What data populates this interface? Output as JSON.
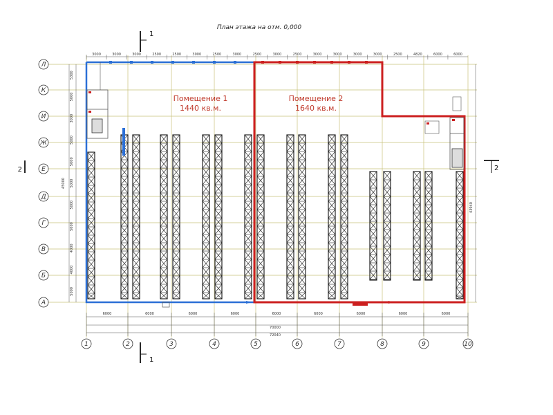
{
  "title": "План этажа на отм. 0,000",
  "rooms": [
    {
      "name": "Помещение 1",
      "area": "1440 кв.м."
    },
    {
      "name": "Помещение 2",
      "area": "1640 кв.м."
    }
  ],
  "axes": {
    "columns": [
      "1",
      "2",
      "3",
      "4",
      "5",
      "6",
      "7",
      "8",
      "9",
      "10"
    ],
    "rows": [
      "Л",
      "К",
      "И",
      "Ж",
      "Е",
      "Д",
      "Г",
      "В",
      "Б",
      "А"
    ]
  },
  "dimensions": {
    "bottom_spans": [
      "6000",
      "6000",
      "6000",
      "6000",
      "6000",
      "6000",
      "6000",
      "6000",
      "6000"
    ],
    "bottom_total_1": "70000",
    "bottom_total_2": "72040",
    "top_segments": [
      "3000",
      "3000",
      "3000",
      "2500",
      "2500",
      "3000",
      "2500",
      "3000",
      "2500",
      "3000",
      "2500",
      "3000",
      "3000",
      "3000",
      "3000",
      "2500",
      "4820",
      "6000",
      "6000"
    ],
    "left_segments": [
      "5300",
      "5000",
      "3000",
      "5000",
      "5000",
      "5000",
      "5000",
      "5000",
      "4000",
      "4000",
      "5000"
    ],
    "left_total": "45000",
    "right_total": "43940"
  },
  "sections": [
    {
      "mark": "1",
      "pos": "top"
    },
    {
      "mark": "1",
      "pos": "bottom"
    },
    {
      "mark": "2",
      "pos": "left"
    },
    {
      "mark": "2",
      "pos": "right"
    }
  ],
  "colors": {
    "room1_wall": "#2b6fd6",
    "room2_wall": "#cc1f1f",
    "grid": "#c8c07a",
    "rack": "#222222"
  }
}
